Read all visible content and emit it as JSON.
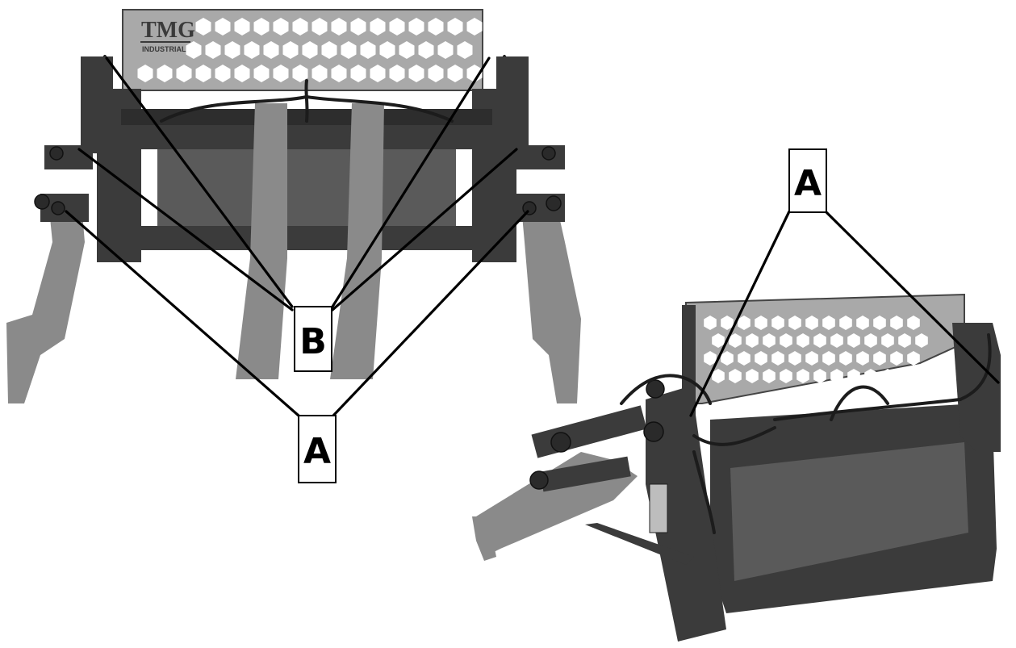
{
  "brand": {
    "logo_text": "TMG",
    "logo_subtext": "INDUSTRIAL"
  },
  "callouts": {
    "front_view": {
      "b_label": "B",
      "a_label": "A"
    },
    "side_view": {
      "a_label": "A"
    }
  },
  "colors": {
    "line": "#000000",
    "box_fill": "#ffffff",
    "frame_dark": "#3b3b3b",
    "arm_grey": "#8a8a8a"
  }
}
